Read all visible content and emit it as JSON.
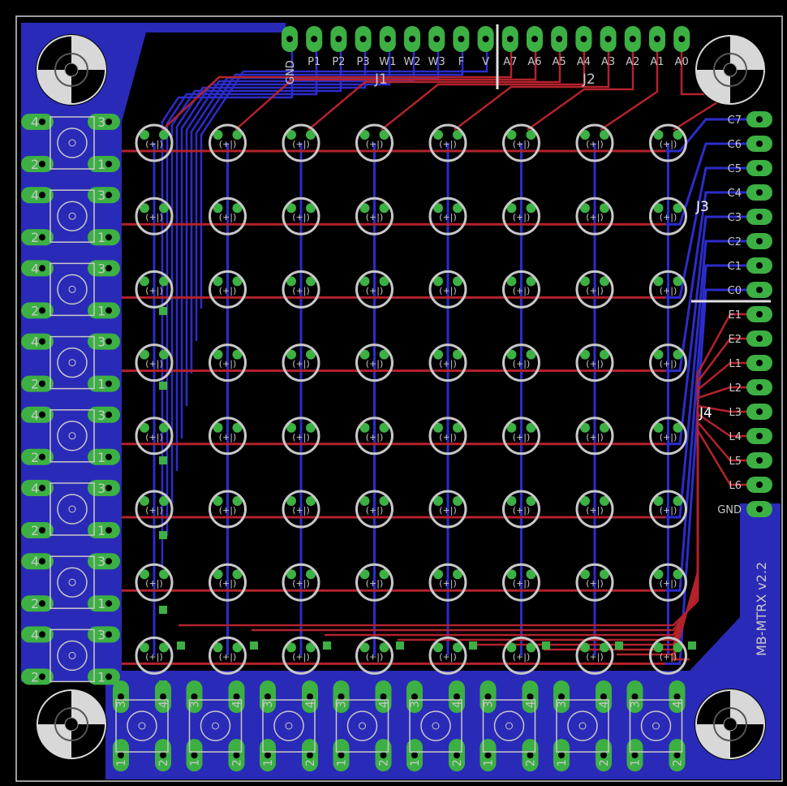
{
  "board": {
    "name": "MB-MTRX v2.2",
    "colors": {
      "background": "#000000",
      "copper_bottom": "#2a2ab8",
      "trace_top": "#b4222c",
      "trace_bottom": "#2c2ccc",
      "pad": "#3cb043",
      "silk": "#c8c8c8",
      "outline": "#d0d0d0",
      "hole": "#000000"
    }
  },
  "headers": {
    "J1": {
      "label": "J1",
      "pins": [
        "GND",
        "P1",
        "P2",
        "P3",
        "W1",
        "W2",
        "W3",
        "F",
        "V"
      ]
    },
    "J2": {
      "label": "J2",
      "pins": [
        "A7",
        "A6",
        "A5",
        "A4",
        "A3",
        "A2",
        "A1",
        "A0"
      ]
    },
    "J3": {
      "label": "J3",
      "pins": [
        "C7",
        "C6",
        "C5",
        "C4",
        "C3",
        "C2",
        "C1",
        "C0"
      ]
    },
    "J4": {
      "label": "J4",
      "pins": [
        "E1",
        "E2",
        "L1",
        "L2",
        "L3",
        "L4",
        "L5",
        "L6",
        "GND"
      ]
    }
  },
  "led_matrix": {
    "rows": 8,
    "cols": 8,
    "symbol": "(+|)"
  },
  "button_pins": {
    "labels": [
      "4",
      "3",
      "2",
      "1"
    ]
  },
  "mounting_holes": 4,
  "icons": {
    "mounting_hole": "mounting-hole-icon",
    "led": "led-footprint-icon",
    "button": "tactile-switch-icon"
  }
}
